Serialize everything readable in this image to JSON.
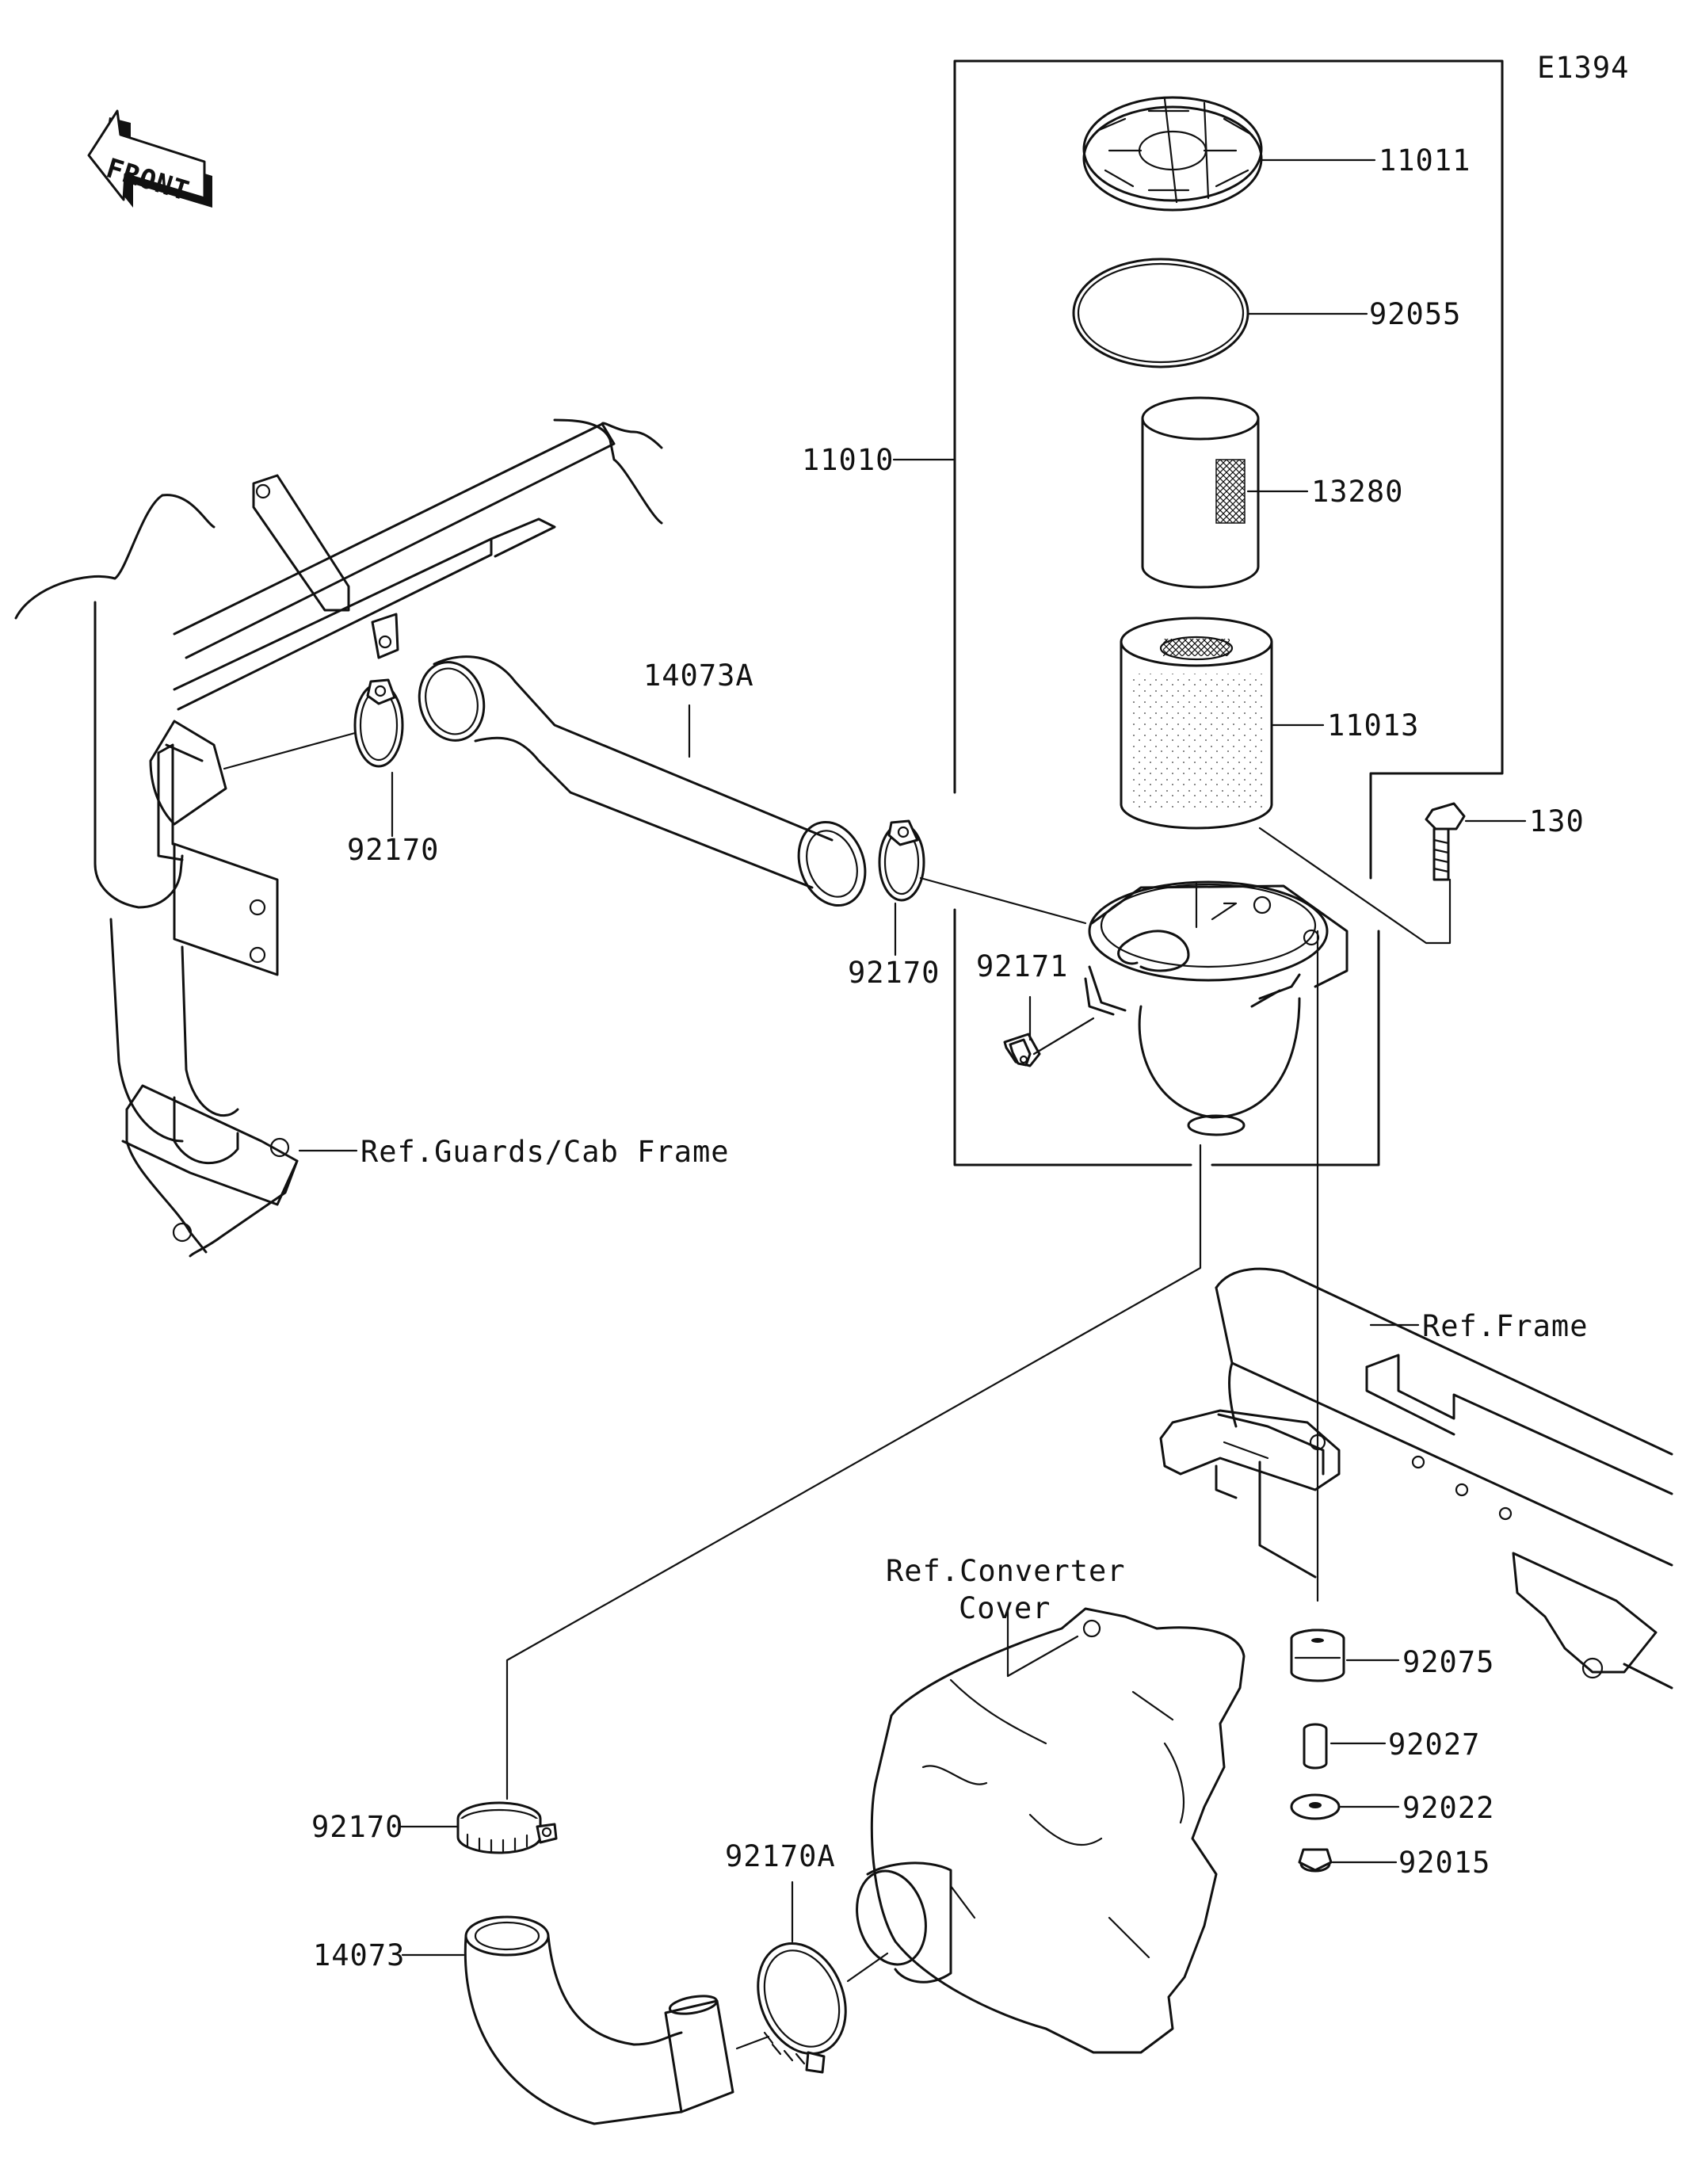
{
  "diagram_id": "E1394",
  "front_arrow_text": "FRONT",
  "callouts": {
    "p11011": "11011",
    "p92055": "92055",
    "p11010": "11010",
    "p13280": "13280",
    "p11013": "11013",
    "p130": "130",
    "p14073A": "14073A",
    "p92170_a": "92170",
    "p92170_b": "92170",
    "p92171": "92171",
    "p92170_c": "92170",
    "p92170A": "92170A",
    "p14073": "14073",
    "p92075": "92075",
    "p92027": "92027",
    "p92022": "92022",
    "p92015": "92015"
  },
  "references": {
    "guards": "Ref.Guards/Cab Frame",
    "frame": "Ref.Frame",
    "converter_line1": "Ref.Converter",
    "converter_line2": "Cover"
  }
}
